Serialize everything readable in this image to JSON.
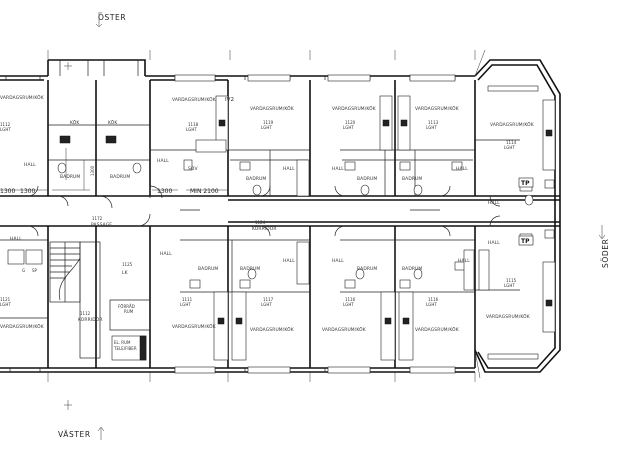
{
  "compass": {
    "north": "ÖSTER",
    "south": "VÄSTER",
    "east": "SÖDER"
  },
  "rooms": {
    "living_kitchen": "VARDAGSRUM/KÖK",
    "kitchen": "KÖK",
    "bathroom": "BADRUM",
    "hall": "HALL",
    "bedroom": "SOV",
    "passage": "PASSAGE",
    "corridor": "KORRIDOR",
    "corridor_short": "KORRIDOR",
    "storage": "LK"
  },
  "apartments": [
    {
      "code": "1112",
      "type": "LGHT"
    },
    {
      "code": "1118",
      "type": "LGHT"
    },
    {
      "code": "1119",
      "type": "LGHT"
    },
    {
      "code": "1120",
      "type": "LGHT"
    },
    {
      "code": "1113",
      "type": "LGHT"
    },
    {
      "code": "1114",
      "type": "LGHT"
    },
    {
      "code": "1115",
      "type": "LGHT"
    },
    {
      "code": "1116",
      "type": "LGHT"
    },
    {
      "code": "1117",
      "type": "LGHT"
    },
    {
      "code": "1116",
      "type": "LGHT"
    },
    {
      "code": "1111",
      "type": "LGHT"
    },
    {
      "code": "1121",
      "type": "LGHT"
    }
  ],
  "space_codes": {
    "passage": "1172",
    "corridor": "1124",
    "storage": "1125",
    "bottom_corridor": "1112"
  },
  "dimensions": {
    "d1": "1300",
    "d2": "1300",
    "d3": "1300",
    "min": "MIN 2100",
    "stair_w": "1300"
  },
  "marks": {
    "iv": "IV2",
    "tp1": "TP",
    "tp2": "TP",
    "label_small_1": "G",
    "label_small_2": "SP",
    "elevator_a": "FÖRRÅD",
    "elevator_b": "RUM",
    "panel_a": "EL. RUM",
    "panel_b": "TELE/FIBER"
  }
}
